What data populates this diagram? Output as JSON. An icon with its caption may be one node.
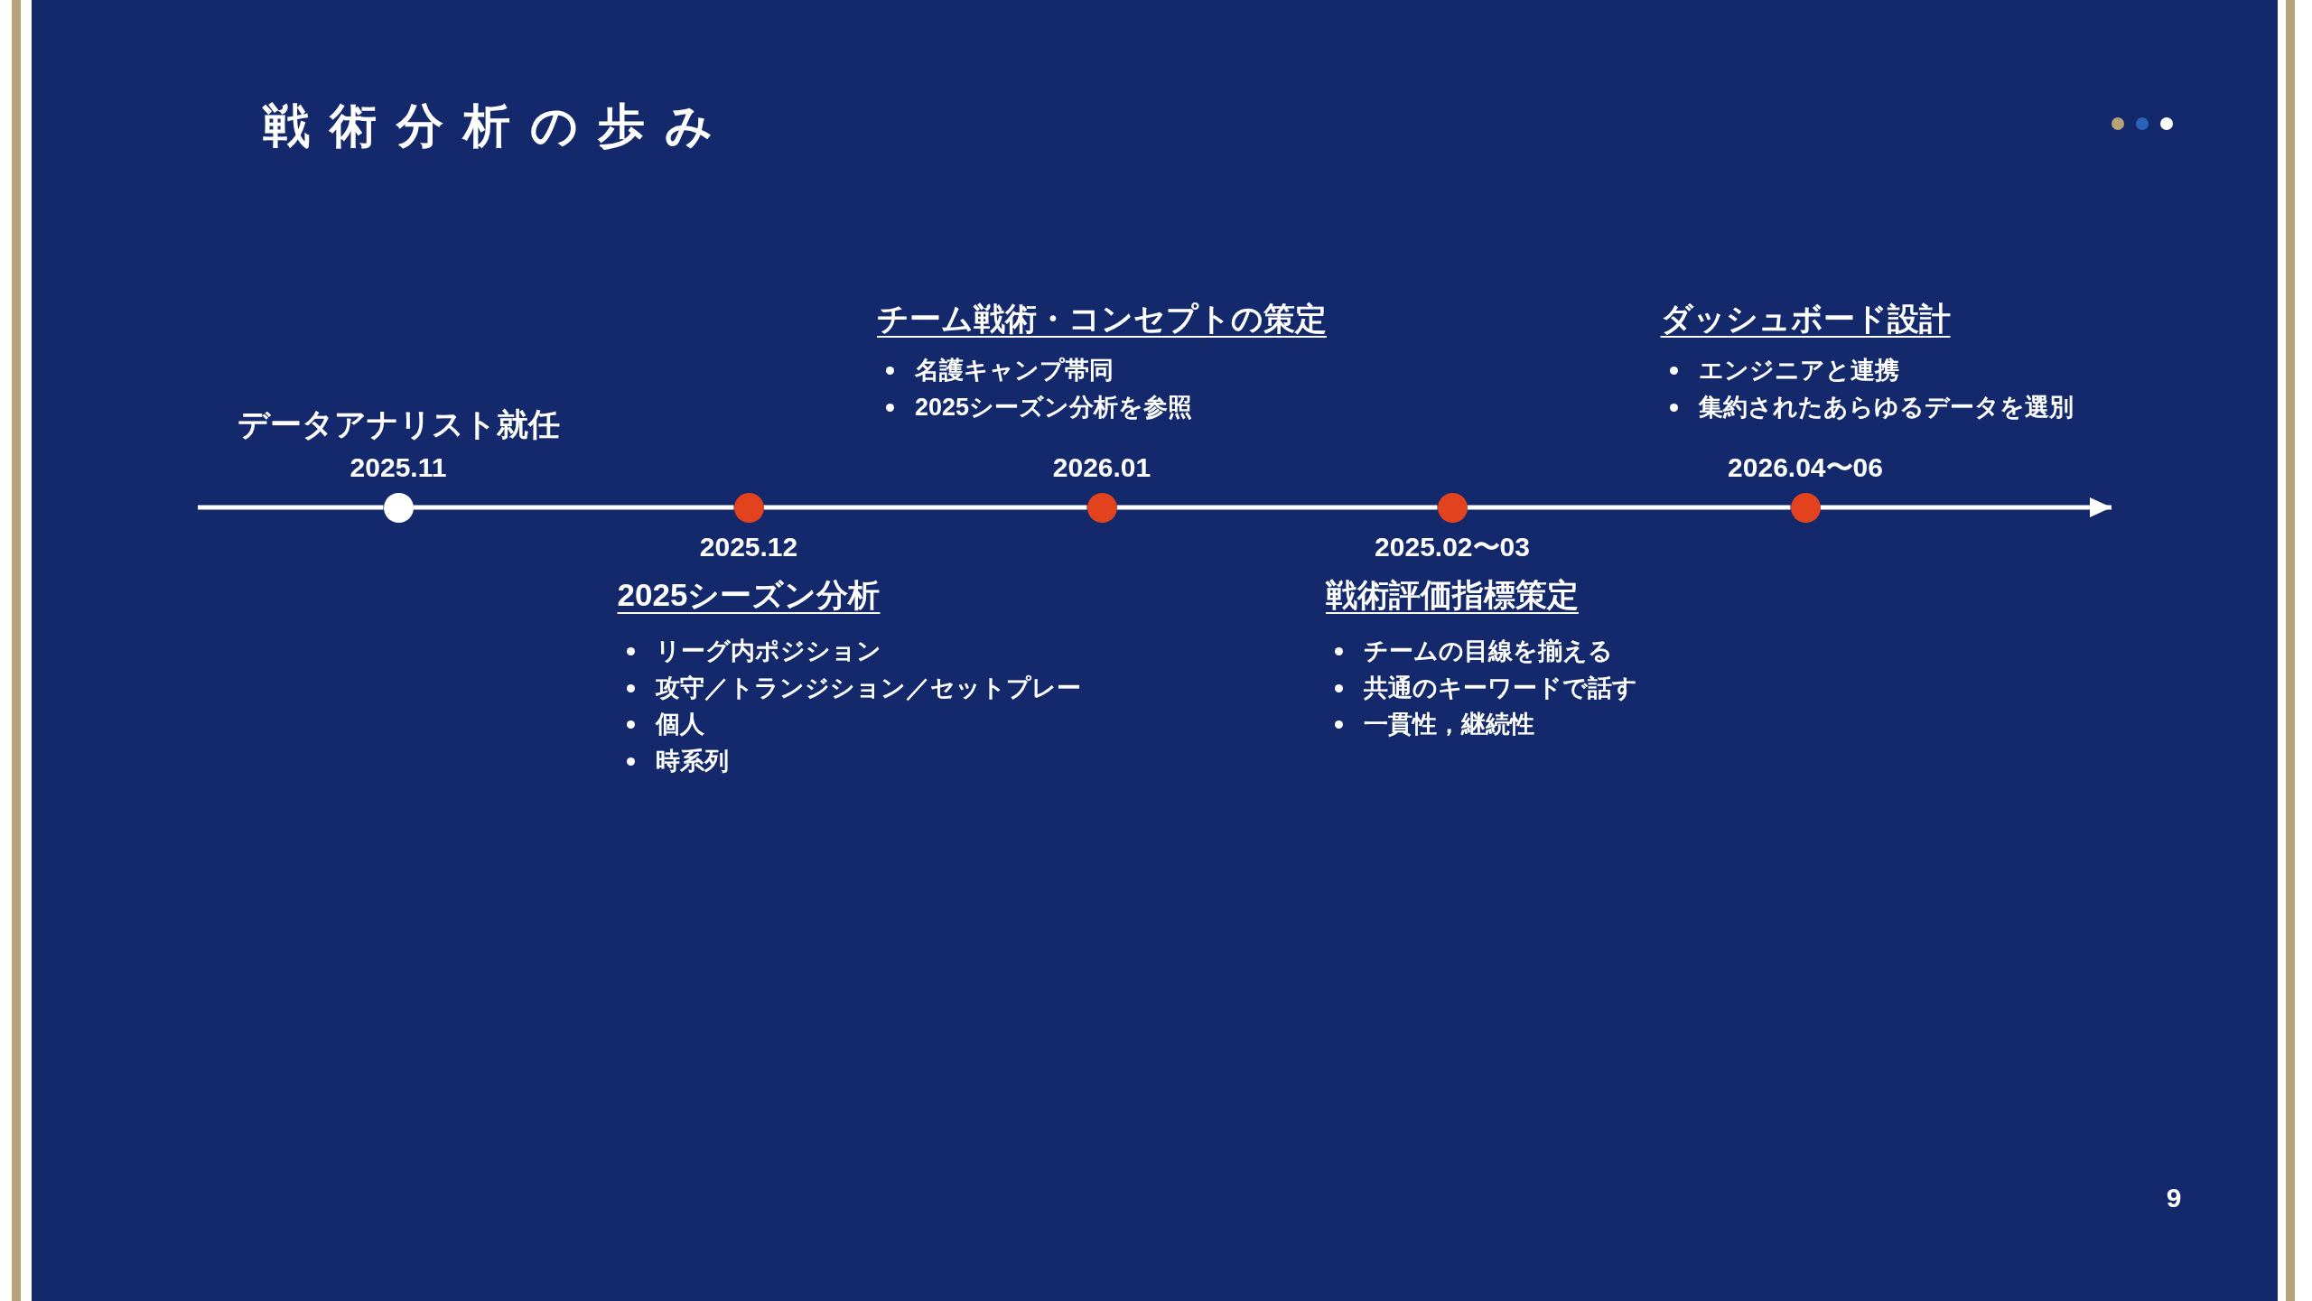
{
  "diagram": {
    "title": "戦術分析の歩み",
    "nodes": [
      {
        "text": [],
        "shape": "circle",
        "beside": [
          "データアナリスト就任",
          "2025.11"
        ]
      },
      {
        "text": [],
        "shape": "circle",
        "beside": [
          "2025.12",
          "2025シーズン分析",
          "リーグ内ポジション",
          "攻守／トランジション／セットプレー",
          "個人",
          "時系列"
        ]
      },
      {
        "text": [],
        "shape": "circle",
        "beside": [
          "チーム戦術・コンセプトの策定",
          "名護キャンプ帯同",
          "2025シーズン分析を参照",
          "2026.01"
        ]
      },
      {
        "text": [],
        "shape": "circle",
        "beside": [
          "2025.02〜03",
          "戦術評価指標策定",
          "チームの目線を揃える",
          "共通のキーワードで話す",
          "一貫性，継続性"
        ]
      },
      {
        "text": [],
        "shape": "circle",
        "beside": [
          "ダッシュボード設計",
          "エンジニアと連携",
          "集約されたあらゆるデータを選別",
          "2026.04〜06"
        ]
      }
    ],
    "edges": [
      {
        "from": null,
        "to": 0,
        "arrow": "none"
      },
      {
        "from": 0,
        "to": 1,
        "arrow": "none"
      },
      {
        "from": 1,
        "to": 2,
        "arrow": "none"
      },
      {
        "from": 2,
        "to": 3,
        "arrow": "none"
      },
      {
        "from": 3,
        "to": 4,
        "arrow": "none"
      },
      {
        "from": 4,
        "to": null,
        "arrow": "to"
      }
    ],
    "labels": [
      "9"
    ]
  }
}
